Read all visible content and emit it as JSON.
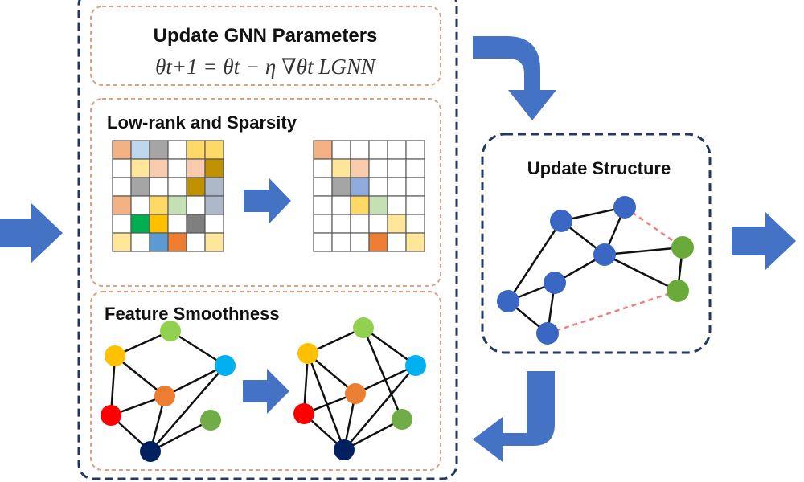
{
  "panels": {
    "update_gnn": {
      "title": "Update GNN Parameters",
      "formula": "θt+1 = θt − η ∇θt LGNN"
    },
    "low_rank": {
      "title": "Low-rank and Sparsity"
    },
    "feature_smoothness": {
      "title": "Feature Smoothness"
    },
    "update_structure": {
      "title": "Update Structure"
    }
  },
  "colors": {
    "arrow_blue": "#4472c4",
    "frame_navy": "#1f3864",
    "subpanel_border": "#e0a080",
    "node_blue": "#3a66c4",
    "node_green": "#6aaa3a",
    "red_dashed_edge": "#f08080"
  },
  "matrix_left": [
    [
      "#f4b183",
      "#bdd7ee",
      "#a5a5a5",
      "",
      "#ffd966",
      "#ffd966"
    ],
    [
      "",
      "#ffe699",
      "#f8cbad",
      "",
      "#f8cbad",
      "#bf9000"
    ],
    [
      "",
      "#a5a5a5",
      "",
      "",
      "#bf9000",
      "#adb9ca"
    ],
    [
      "#f4b183",
      "",
      "#ffd966",
      "#c5e0b4",
      "",
      "#adb9ca"
    ],
    [
      "",
      "#00b050",
      "#ffc000",
      "",
      "#7f7f7f",
      ""
    ],
    [
      "#ffe699",
      "",
      "#5b9bd5",
      "#ed7d31",
      "",
      "#ffe699"
    ]
  ],
  "matrix_right": [
    [
      "#f4b183",
      "",
      "",
      "",
      "",
      ""
    ],
    [
      "",
      "#ffe699",
      "#f8cbad",
      "",
      "",
      ""
    ],
    [
      "",
      "#a5a5a5",
      "#8faadc",
      "",
      "",
      ""
    ],
    [
      "",
      "",
      "#ffd966",
      "#c5e0b4",
      "",
      ""
    ],
    [
      "",
      "",
      "",
      "",
      "#ffe699",
      ""
    ],
    [
      "",
      "",
      "",
      "#ed7d31",
      "",
      "#ffe699"
    ]
  ],
  "feature_graph_colors": {
    "yellow": "#ffc000",
    "lightgreen": "#92d050",
    "cyan": "#00b0f0",
    "orange": "#ed7d31",
    "red": "#ff0000",
    "green": "#70ad47",
    "navy": "#002060"
  }
}
